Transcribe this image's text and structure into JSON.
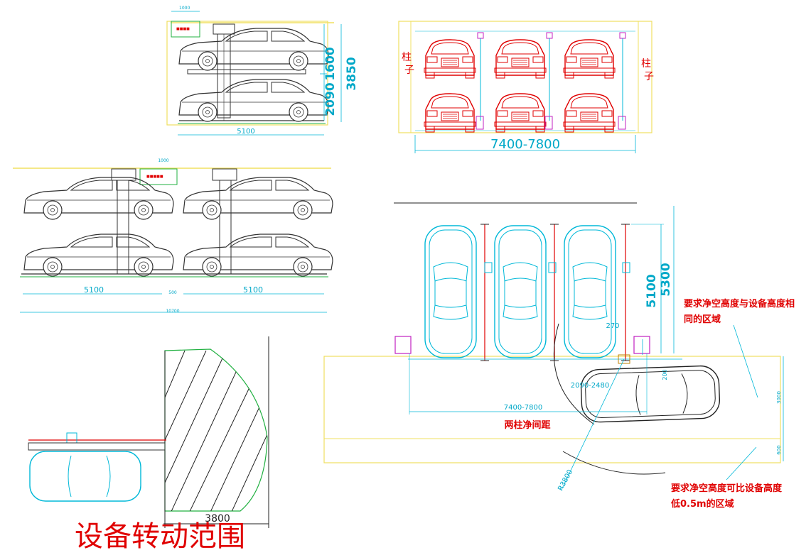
{
  "elev_single": {
    "dim_upper": "1600",
    "dim_lower": "2090",
    "dim_total": "3850",
    "dim_width": "5100",
    "dim_small": "1000"
  },
  "plan_top": {
    "column_left": "柱\n子",
    "column_right": "柱\n子",
    "dim_width": "7400-7800"
  },
  "elev_double": {
    "dim_left": "5100",
    "dim_gap": "500",
    "dim_right": "5100",
    "dim_total": "10700",
    "dim_small": "1000"
  },
  "rotation": {
    "dim_3800": "3800",
    "title": "设备转动范围"
  },
  "plan_main": {
    "dim_5100": "5100",
    "dim_5300": "5300",
    "dim_270": "270",
    "dim_2090_2480": "2090-2480",
    "dim_200": "200",
    "dim_7400_7800": "7400-7800",
    "label_between_columns": "两柱净间距",
    "dim_3000": "3000",
    "dim_600": "600",
    "dim_r3800": "R3800",
    "note_full_height": "要求净空高度与设备高度相\n同的区域",
    "note_lower_height": "要求净空高度可比设备高度\n低0.5m的区域"
  },
  "colors": {
    "red": "#e00000",
    "cyan": "#00b8d8",
    "yellow": "#f0e060",
    "green": "#20b040",
    "dark": "#222222"
  }
}
